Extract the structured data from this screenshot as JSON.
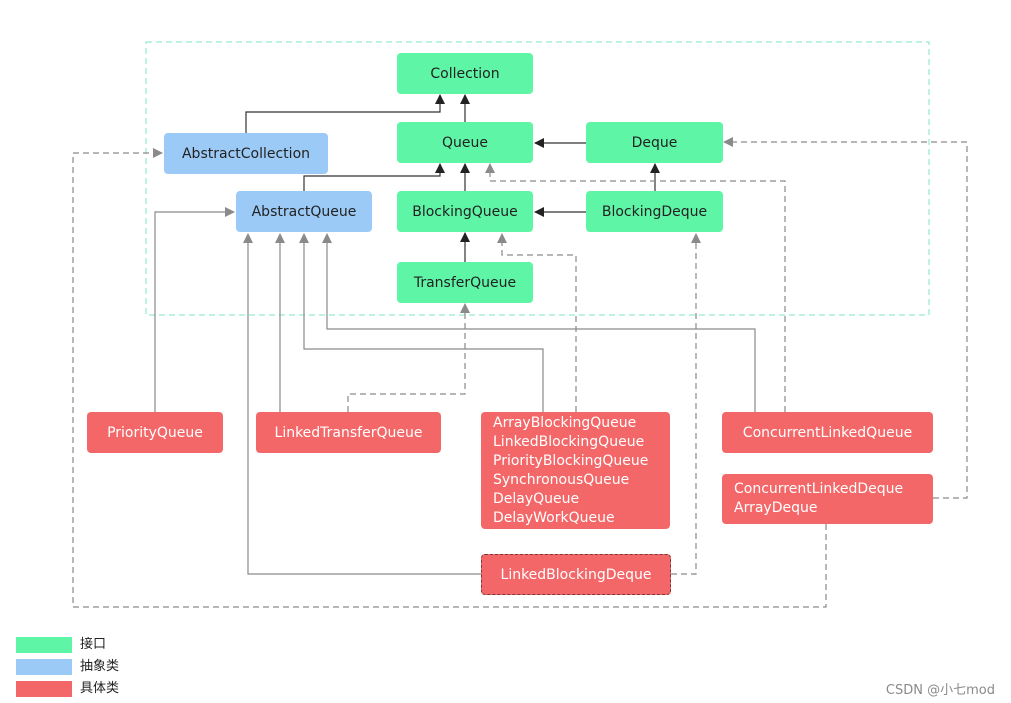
{
  "nodes": {
    "collection": "Collection",
    "queue": "Queue",
    "deque": "Deque",
    "abstract_collection": "AbstractCollection",
    "abstract_queue": "AbstractQueue",
    "blocking_queue": "BlockingQueue",
    "blocking_deque": "BlockingDeque",
    "transfer_queue": "TransferQueue",
    "priority_queue": "PriorityQueue",
    "linked_transfer_queue": "LinkedTransferQueue",
    "blocking_impls": [
      "ArrayBlockingQueue",
      "LinkedBlockingQueue",
      "PriorityBlockingQueue",
      "SynchronousQueue",
      "DelayQueue",
      "DelayWorkQueue"
    ],
    "concurrent_linked_queue": "ConcurrentLinkedQueue",
    "deque_impls": [
      "ConcurrentLinkedDeque",
      "ArrayDeque"
    ],
    "linked_blocking_deque": "LinkedBlockingDeque"
  },
  "legend": [
    {
      "label": "接口",
      "color": "#5ff5a7"
    },
    {
      "label": "抽象类",
      "color": "#9ccaf7"
    },
    {
      "label": "具体类",
      "color": "#f46768"
    }
  ],
  "watermark": "CSDN @小七mod"
}
